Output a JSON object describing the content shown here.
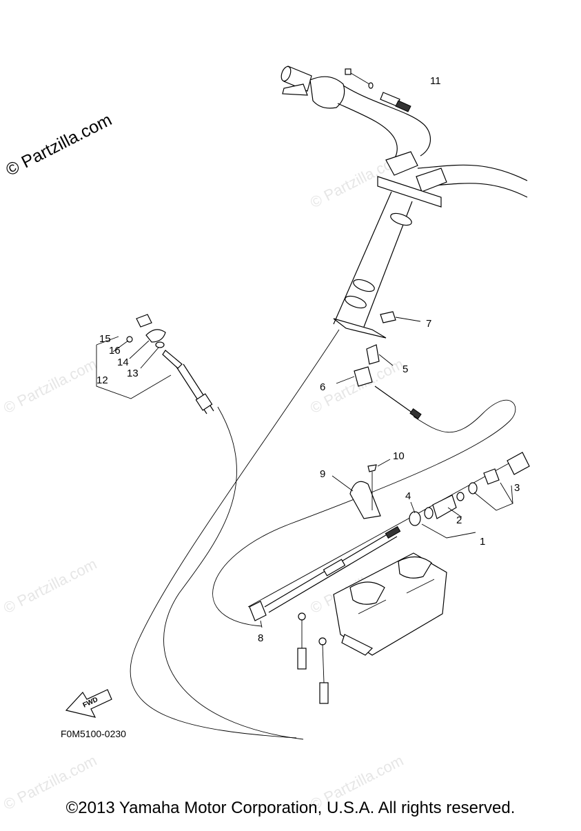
{
  "watermark_text": "© Partzilla.com",
  "figure_code": "F0M5100-0230",
  "fwd_label": "FWD",
  "copyright": "©2013 Yamaha Motor Corporation, U.S.A. All rights reserved.",
  "callouts": [
    "1",
    "2",
    "3",
    "4",
    "5",
    "6",
    "7",
    "8",
    "9",
    "10",
    "11",
    "12",
    "13",
    "14",
    "15",
    "16"
  ]
}
